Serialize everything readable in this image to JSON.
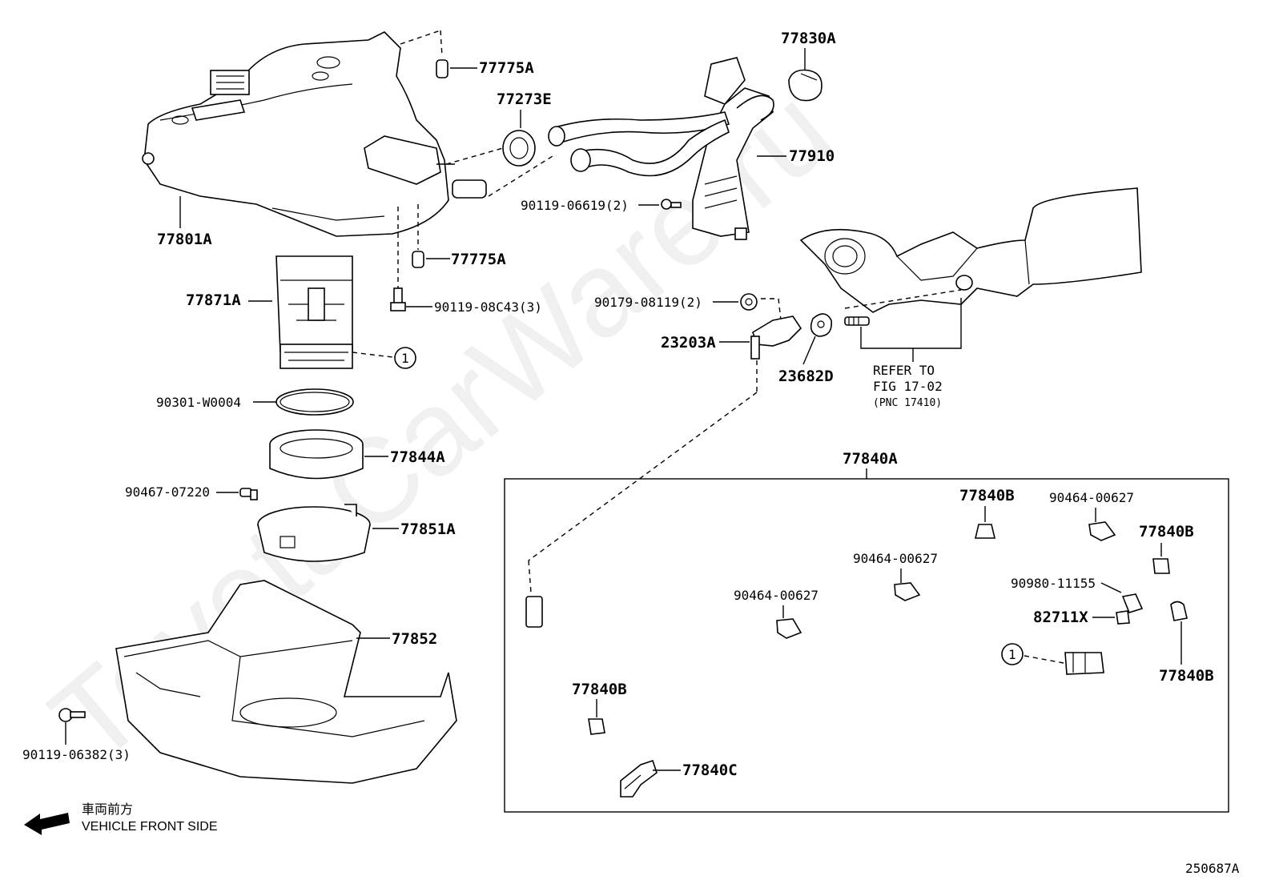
{
  "watermark": "ToyotaCarWare.ru",
  "drawing_id": "250687A",
  "direction": {
    "japanese": "車両前方",
    "english": "VEHICLE FRONT SIDE"
  },
  "callout": "1",
  "refer_note": {
    "line1": "REFER TO",
    "line2": "FIG 17-02",
    "line3": "(PNC 17410)"
  },
  "labels": {
    "p77775A_top": "77775A",
    "p77273E": "77273E",
    "p77830A": "77830A",
    "p77910": "77910",
    "p90119_06619": "90119-06619(2)",
    "p77801A": "77801A",
    "p77775A_bottom": "77775A",
    "p77871A": "77871A",
    "p90119_08C43": "90119-08C43(3)",
    "p90179_08119": "90179-08119(2)",
    "p23203A": "23203A",
    "p23682D": "23682D",
    "p90301_W0004": "90301-W0004",
    "p77844A": "77844A",
    "p77840A": "77840A",
    "p90467_07220": "90467-07220",
    "p77851A": "77851A",
    "p77840B_1": "77840B",
    "p90464_00627_1": "90464-00627",
    "p77840B_2": "77840B",
    "p90464_00627_2": "90464-00627",
    "p90980_11155": "90980-11155",
    "p90464_00627_3": "90464-00627",
    "p82711X": "82711X",
    "p77852": "77852",
    "p77840B_3": "77840B",
    "p77840B_4": "77840B",
    "p90119_06382": "90119-06382(3)",
    "p77840C": "77840C"
  }
}
